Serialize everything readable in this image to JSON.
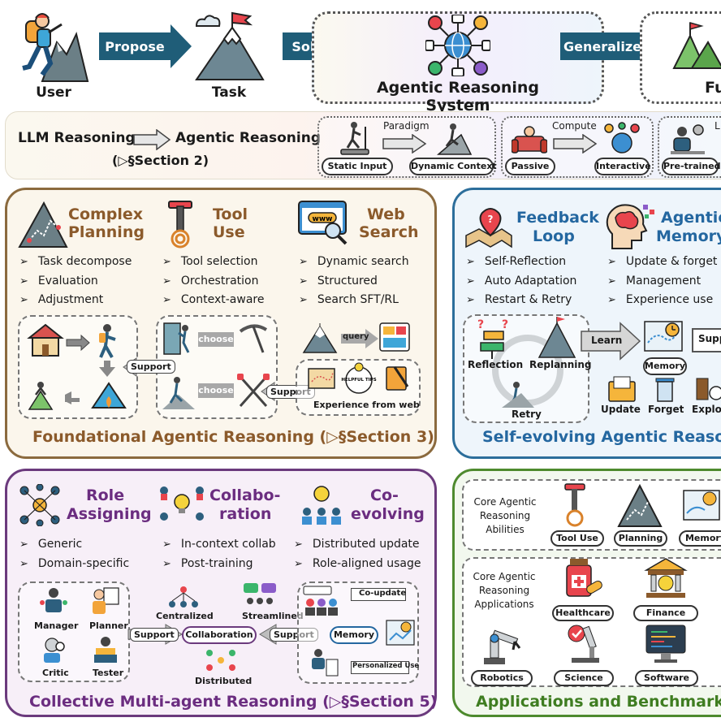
{
  "top_flow": {
    "user": "User",
    "propose": "Propose",
    "task": "Task",
    "solve": "Solve",
    "system": "Agentic Reasoning System",
    "generalize": "Generalize",
    "future": "Fu"
  },
  "paradigm_row": {
    "llm": "LLM Reasoning",
    "agentic": "Agentic Reasoning",
    "section": "(▷§Section 2)",
    "paradigm": "Paradigm",
    "static_input": "Static Input",
    "dynamic_context": "Dynamic Context",
    "compute": "Compute",
    "passive": "Passive",
    "interactive": "Interactive",
    "pretrained": "Pre-trained",
    "cut_label": "L"
  },
  "foundational": {
    "planning_title_1": "Complex",
    "planning_title_2": "Planning",
    "tool_title_1": "Tool",
    "tool_title_2": "Use",
    "web_title_1": "Web",
    "web_title_2": "Search",
    "planning_items": [
      "Task decompose",
      "Evaluation",
      "Adjustment"
    ],
    "tool_items": [
      "Tool selection",
      "Orchestration",
      "Context-aware"
    ],
    "web_items": [
      "Dynamic search",
      "Structured",
      "Search SFT/RL"
    ],
    "support_1": "Support",
    "support_2": "Support",
    "choose_1": "choose",
    "choose_2": "choose",
    "query": "query",
    "www": "www",
    "tips": "HELPFUL TIPS",
    "experience": "Experience from web",
    "footer": "Foundational Agentic Reasoning (▷§Section 3)"
  },
  "self_evolving": {
    "feedback_1": "Feedback",
    "feedback_2": "Loop",
    "memory_1": "Agentic",
    "memory_2": "Memory",
    "feedback_items": [
      "Self-Reflection",
      "Auto Adaptation",
      "Restart & Retry"
    ],
    "memory_items": [
      "Update & forget",
      "Management",
      "Experience use"
    ],
    "reflection": "Reflection",
    "replanning": "Replanning",
    "retry": "Retry",
    "learn": "Learn",
    "memory_pill": "Memory",
    "supp": "Supp",
    "update": "Update",
    "forget": "Forget",
    "explo": "Exploi",
    "footer": "Self-evolving Agentic Reasonin"
  },
  "collective": {
    "role_1": "Role",
    "role_2": "Assigning",
    "collab_1": "Collabo-",
    "collab_2": "ration",
    "coevolve_1": "Co-",
    "coevolve_2": "evolving",
    "role_items": [
      "Generic",
      "Domain-specific"
    ],
    "collab_items": [
      "In-context collab",
      "Post-training"
    ],
    "coevolve_items": [
      "Distributed update",
      "Role-aligned usage"
    ],
    "manager": "Manager",
    "planner": "Planner",
    "critic": "Critic",
    "tester": "Tester",
    "centralized": "Centralized",
    "streamlined": "Streamlined",
    "collaboration": "Collaboration",
    "distributed": "Distributed",
    "support_1": "Support",
    "support_2": "Support",
    "co_update": "Co-update",
    "memory": "Memory",
    "personalized": "Personalized Use",
    "footer": "Collective Multi-agent Reasoning (▷§Section 5)"
  },
  "applications": {
    "abilities_head": "Core Agentic Reasoning Abilities",
    "tool_use": "Tool Use",
    "planning": "Planning",
    "memory": "Memory",
    "apps_head": "Core Agentic Reasoning Applications",
    "healthcare": "Healthcare",
    "finance": "Finance",
    "robotics": "Robotics",
    "science": "Science",
    "software": "Software",
    "footer": "Applications and Benchmarks ("
  },
  "colors": {
    "flow_arrow": "#1f5d78",
    "foundational": "#8b6a3e",
    "self_evolving": "#2c6e9b",
    "collective": "#6b3a7d",
    "applications": "#4e8a2e"
  }
}
